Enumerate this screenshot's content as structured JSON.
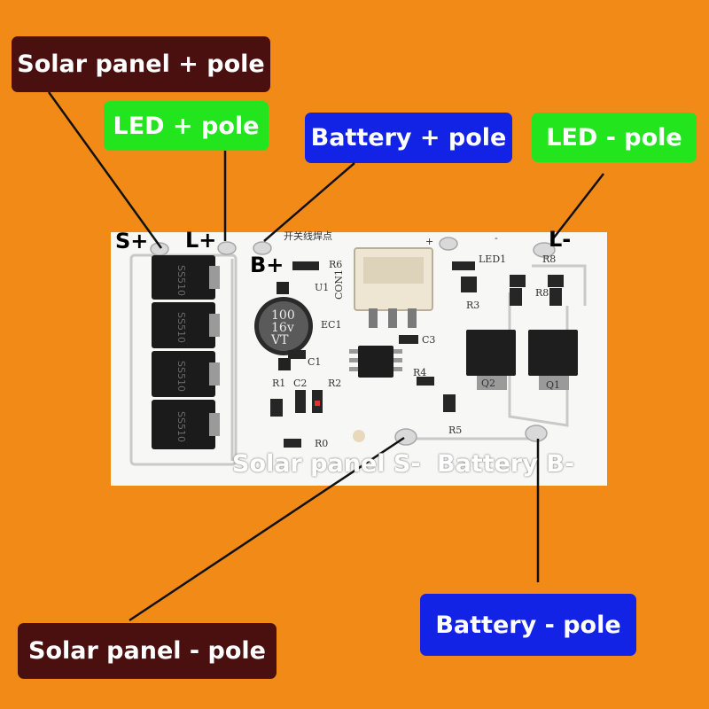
{
  "callouts": {
    "solar_positive": "Solar panel + pole",
    "led_positive": "LED + pole",
    "battery_positive": "Battery + pole",
    "led_negative": "LED - pole",
    "battery_negative": "Battery - pole",
    "solar_negative": "Solar panel - pole"
  },
  "board_pins": {
    "s_plus": "S+",
    "l_plus": "L+",
    "b_plus": "B+",
    "l_minus": "L-",
    "solar_panel_s_minus": "Solar panel S-",
    "battery_b_minus": "Battery B-"
  },
  "silkscreen": {
    "chinese": "开关线焊点",
    "plus": "+",
    "minus": "-",
    "led1": "LED1",
    "r8_top": "R8",
    "r8": "R8",
    "r6": "R6",
    "u1": "U1",
    "con1": "CON1",
    "ec1": "EC1",
    "r3": "R3",
    "c3": "C3",
    "c1": "C1",
    "r1": "R1",
    "c2": "C2",
    "r2": "R2",
    "r4": "R4",
    "r5": "R5",
    "r0": "R0",
    "q2": "Q2",
    "q1": "Q1",
    "cap_value": "100",
    "cap_voltage": "16v",
    "cap_code": "VT",
    "diode_code": "SS510"
  },
  "colors": {
    "background": "#f28a17",
    "solar_label": "#4a0f0f",
    "led_label": "#22e51e",
    "battery_label": "#1223e6",
    "board": "#f7f7f5"
  }
}
